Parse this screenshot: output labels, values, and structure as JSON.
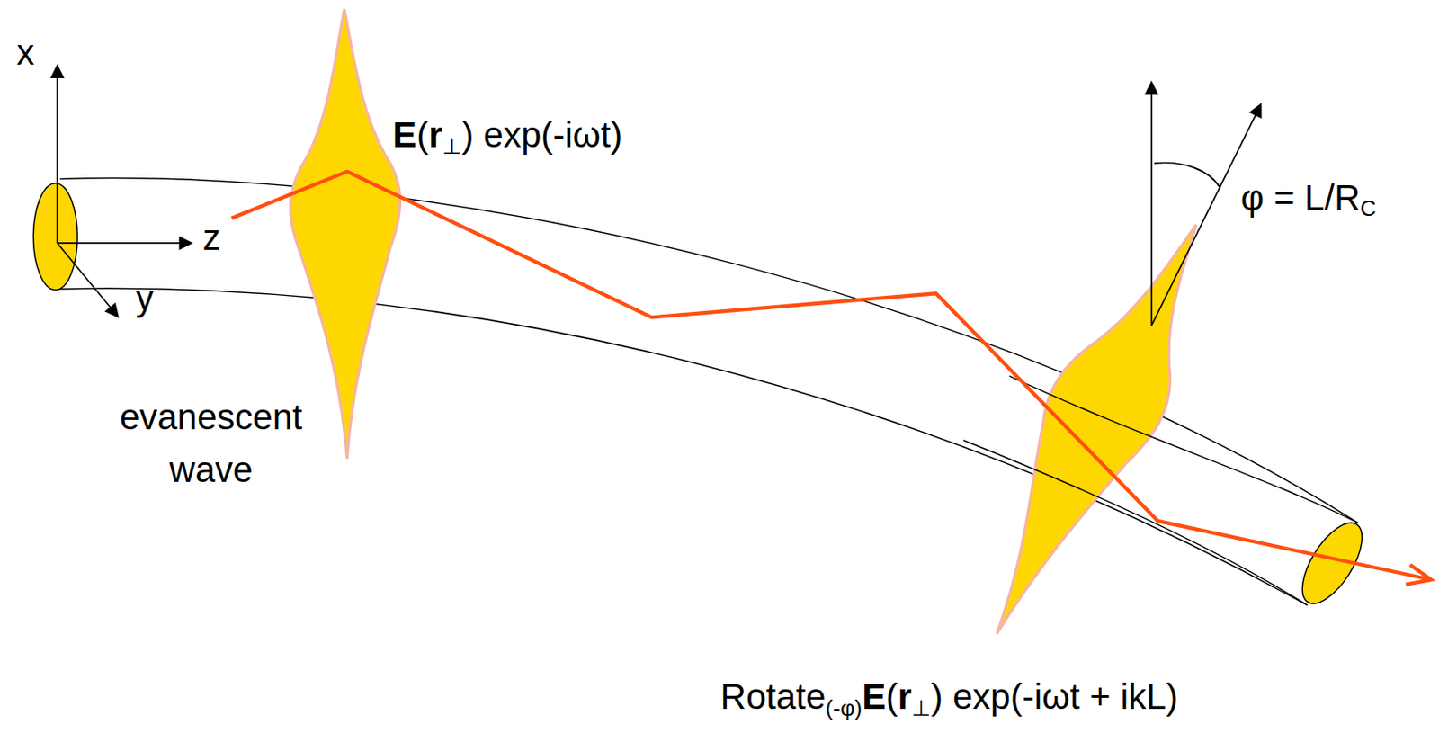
{
  "diagram": {
    "labels": [
      "x",
      "z",
      "y",
      "E",
      "(",
      "r",
      "⊥",
      ") exp(-iωt)",
      "evanescent wave",
      "φ = L/R",
      "C",
      "Rotate",
      "(-φ)",
      "E",
      "(",
      "r",
      "⊥",
      ") exp(-iωt + ikL)"
    ]
  }
}
